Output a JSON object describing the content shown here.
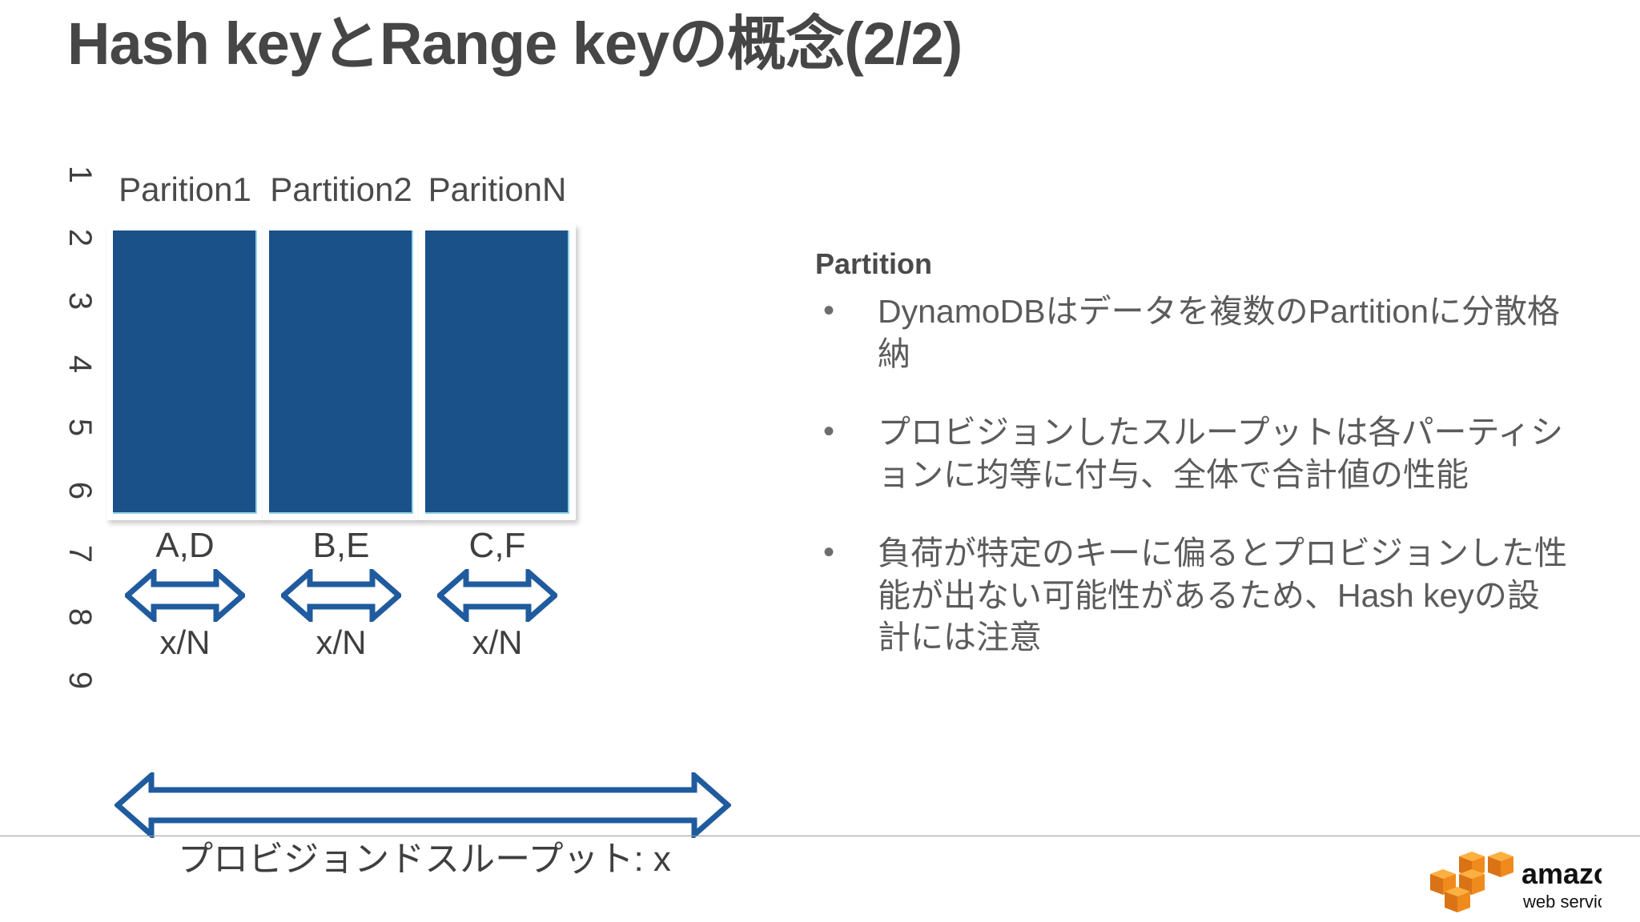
{
  "slide": {
    "title": "Hash keyとRange keyの概念(2/2)",
    "bottom_rule_color": "#9a9a9a",
    "background": "#ffffff"
  },
  "diagram": {
    "row_numbers": [
      "1",
      "2",
      "3",
      "4",
      "5",
      "6",
      "7",
      "8",
      "9"
    ],
    "bar_color": "#1a5189",
    "arrow_color": "#1f5b9e",
    "partitions": [
      {
        "label": "Parition1",
        "keys": "A,D",
        "share": "x/N"
      },
      {
        "label": "Partition2",
        "keys": "B,E",
        "share": "x/N"
      },
      {
        "label": "ParitionN",
        "keys": "C,F",
        "share": "x/N"
      }
    ],
    "total_throughput_label": "プロビジョンドスループット: x"
  },
  "notes": {
    "heading": "Partition",
    "bullet_marker": "•",
    "bullets": [
      "DynamoDBはデータを複数のPartitionに分散格納",
      "プロビジョンしたスループットは各パーティションに均等に付与、全体で合計値の性能",
      "負荷が特定のキーに偏るとプロビジョンした性能が出ない可能性があるため、Hash keyの設計には注意"
    ]
  },
  "branding": {
    "logo_name": "amazon-web-services-logo",
    "wordmark_primary": "amazon",
    "wordmark_secondary": "web services",
    "cube_color": "#F08A1C",
    "cube_color_light": "#FBB040",
    "cube_color_dark": "#D97316"
  }
}
